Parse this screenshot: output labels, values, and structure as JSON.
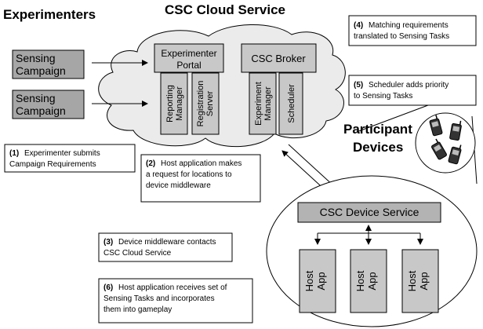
{
  "headings": {
    "experimenters": "Experimenters",
    "cloud_service": "CSC Cloud Service",
    "participant_devices": [
      "Participant",
      "Devices"
    ]
  },
  "campaigns": [
    {
      "label": [
        "Sensing",
        "Campaign"
      ]
    },
    {
      "label": [
        "Sensing",
        "Campaign"
      ]
    }
  ],
  "cloud": {
    "portal": [
      "Experimenter",
      "Portal"
    ],
    "broker": "CSC Broker",
    "reporting_manager": [
      "Reporting",
      "Manager"
    ],
    "registration_server": [
      "Registration",
      "Server"
    ],
    "experiment_manager": [
      "Experiment",
      "Manager"
    ],
    "scheduler": "Scheduler"
  },
  "device": {
    "service": "CSC Device Service",
    "host_apps": [
      [
        "Host",
        "App"
      ],
      [
        "Host",
        "App"
      ],
      [
        "Host",
        "App"
      ]
    ]
  },
  "notes": {
    "n1": [
      "(1)",
      "Experimenter submits",
      "Campaign Requirements"
    ],
    "n2": [
      "(2)",
      "Host application makes",
      "a request for locations to",
      "device middleware"
    ],
    "n3": [
      "(3)",
      "Device middleware contacts",
      "CSC Cloud Service"
    ],
    "n4": [
      "(4)",
      "Matching requirements",
      "translated to Sensing Tasks"
    ],
    "n5": [
      "(5)",
      "Scheduler adds priority",
      "to Sensing Tasks"
    ],
    "n6": [
      "(6)",
      "Host application receives set of",
      "Sensing Tasks and incorporates",
      "them into gameplay"
    ]
  },
  "colors": {
    "box_fill": "#c8c8c8",
    "campaign_fill": "#a6a6a6",
    "cloud_fill": "#ebebeb",
    "device_service_fill": "#b3b3b3"
  },
  "icons": [
    "phone-icon",
    "phone-icon",
    "phone-icon",
    "phone-icon"
  ]
}
